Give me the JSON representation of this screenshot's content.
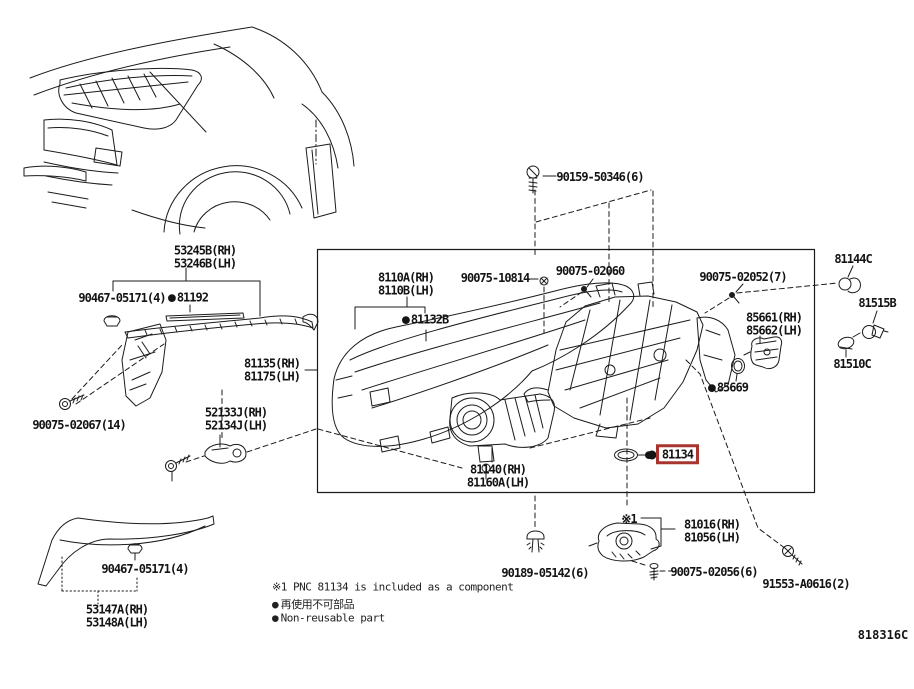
{
  "diagram": {
    "code": "818316C",
    "bullet": "●",
    "ref_marker": "※1",
    "colors": {
      "highlight_box": "#a83430",
      "line_art": "#1b1b1b",
      "background": "#ffffff"
    },
    "legend": {
      "note_component": "※1 PNC 81134 is included as a component",
      "note_jp": "再使用不可部品",
      "note_en": "Non-reusable part"
    },
    "parts": {
      "p53245b": {
        "l1": "53245B(RH)",
        "l2": "53246B(LH)"
      },
      "p90467_top": {
        "l1": "90467-05171(4)"
      },
      "p81192": {
        "l1": "81192"
      },
      "p81135": {
        "l1": "81135(RH)",
        "l2": "81175(LH)"
      },
      "p52133j": {
        "l1": "52133J(RH)",
        "l2": "52134J(LH)"
      },
      "p90075_02067_14": {
        "l1": "90075-02067(14)"
      },
      "p8110a": {
        "l1": "8110A(RH)",
        "l2": "8110B(LH)"
      },
      "p81132b": {
        "l1": "81132B"
      },
      "p90075_10814": {
        "l1": "90075-10814"
      },
      "p90075_02060": {
        "l1": "90075-02060"
      },
      "p90159_50346": {
        "l1": "90159-50346(6)"
      },
      "p90075_02052": {
        "l1": "90075-02052(7)"
      },
      "p81144c": {
        "l1": "81144C"
      },
      "p81515b": {
        "l1": "81515B"
      },
      "p81510c": {
        "l1": "81510C"
      },
      "p85661": {
        "l1": "85661(RH)",
        "l2": "85662(LH)"
      },
      "p85669": {
        "l1": "85669"
      },
      "p81140": {
        "l1": "81140(RH)",
        "l2": "81160A(LH)"
      },
      "p81134": {
        "l1": "81134"
      },
      "p81016": {
        "l1": "81016(RH)",
        "l2": "81056(LH)"
      },
      "p90189_05142": {
        "l1": "90189-05142(6)"
      },
      "p90075_02056": {
        "l1": "90075-02056(6)"
      },
      "p91553_a0616": {
        "l1": "91553-A0616(2)"
      },
      "p90467_bottom": {
        "l1": "90467-05171(4)"
      },
      "p53147a": {
        "l1": "53147A(RH)",
        "l2": "53148A(LH)"
      }
    }
  }
}
